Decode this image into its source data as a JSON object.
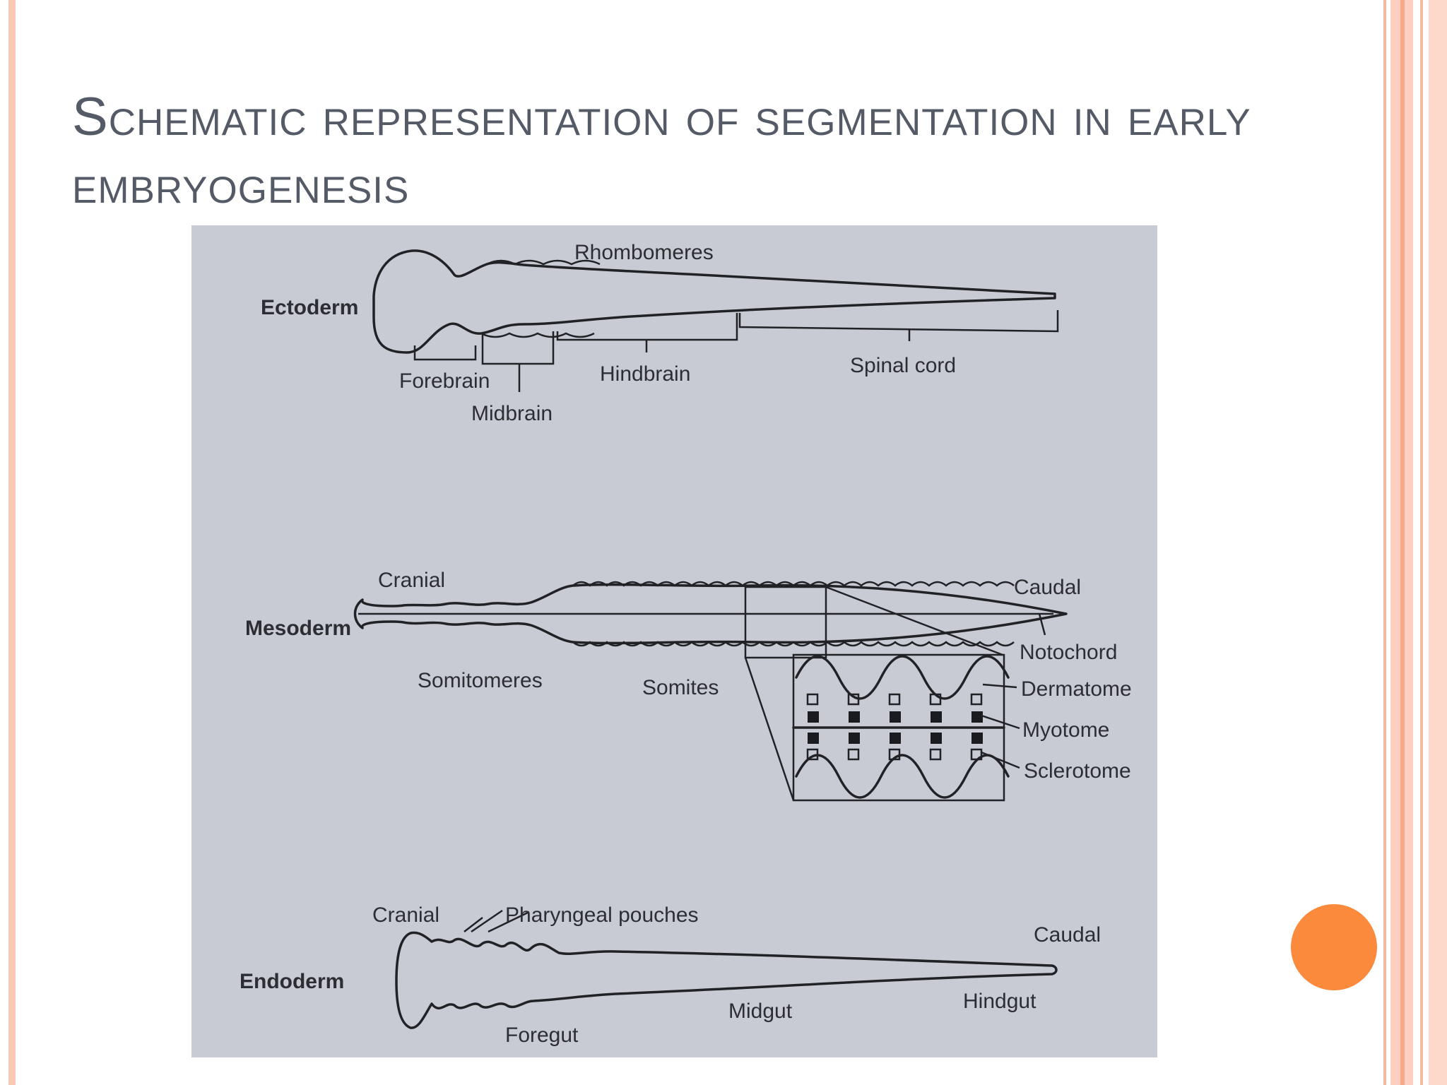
{
  "slide": {
    "title_line1": "Schematic representation of segmentation in early",
    "title_line2": "embryogenesis"
  },
  "figure": {
    "ectoderm": {
      "layer": "Ectoderm",
      "rhombomeres": "Rhombomeres",
      "forebrain": "Forebrain",
      "midbrain": "Midbrain",
      "hindbrain": "Hindbrain",
      "spinal_cord": "Spinal cord"
    },
    "mesoderm": {
      "layer": "Mesoderm",
      "cranial": "Cranial",
      "caudal": "Caudal",
      "somitomeres": "Somitomeres",
      "somites": "Somites",
      "notochord": "Notochord",
      "dermatome": "Dermatome",
      "myotome": "Myotome",
      "sclerotome": "Sclerotome"
    },
    "endoderm": {
      "layer": "Endoderm",
      "cranial": "Cranial",
      "pharyngeal_pouches": "Pharyngeal pouches",
      "caudal": "Caudal",
      "foregut": "Foregut",
      "midgut": "Midgut",
      "hindgut": "Hindgut"
    }
  },
  "colors": {
    "title": "#555b66",
    "figure_background": "#c8cbd3",
    "accent_circle": "#fb8a3c",
    "border_stripes": "#f7b8a0"
  }
}
